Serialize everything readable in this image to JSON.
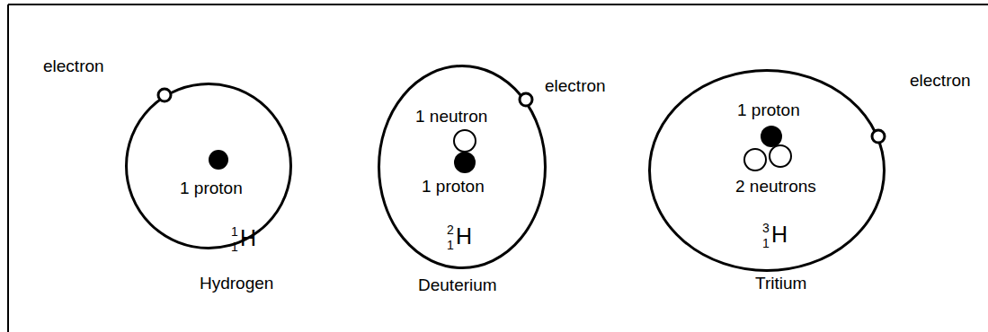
{
  "diagram": {
    "nodes": [
      {
        "text": [
          "1 proton"
        ]
      },
      {
        "text": [
          "1 neutron",
          "1 proton"
        ]
      },
      {
        "text": [
          "1 proton",
          "2 neutrons"
        ]
      }
    ],
    "labels": [
      "electron",
      "1",
      "1",
      "H",
      "Hydrogen",
      "electron",
      "2",
      "1",
      "H",
      "Deuterium",
      "electron",
      "3",
      "1",
      "H",
      "Tritium"
    ]
  }
}
